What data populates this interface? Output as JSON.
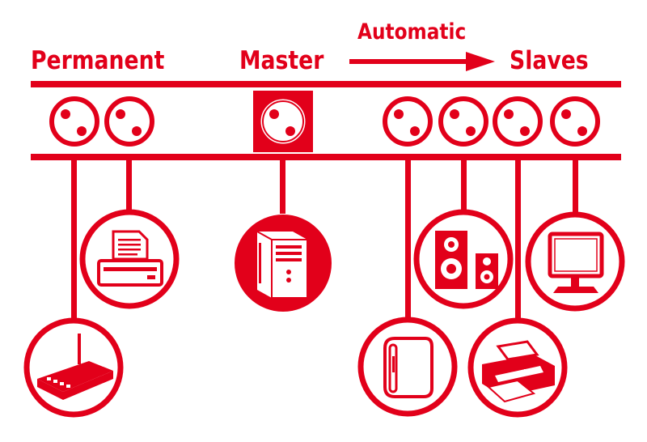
{
  "labels": {
    "permanent": "Permanent",
    "master": "Master",
    "automatic": "Automatic",
    "slaves": "Slaves"
  },
  "colors": {
    "accent": "#e2001a",
    "background": "#ffffff"
  },
  "groups": {
    "permanent": {
      "outlets": 2,
      "devices": [
        "router-icon",
        "printer-icon"
      ]
    },
    "master": {
      "outlets": 1,
      "devices": [
        "pc-tower-icon"
      ]
    },
    "slaves": {
      "outlets": 4,
      "devices": [
        "external-drive-icon",
        "speakers-icon",
        "inkjet-printer-icon",
        "monitor-icon"
      ]
    }
  }
}
